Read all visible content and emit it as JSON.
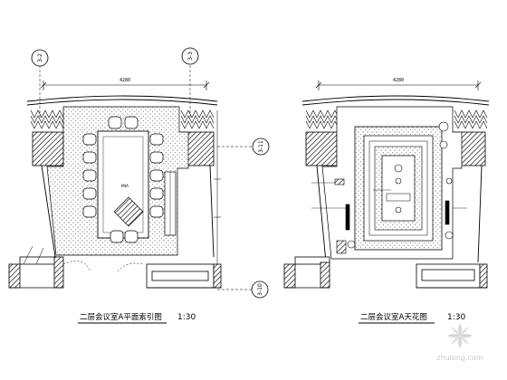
{
  "plans": {
    "left": {
      "title": "二层会议室A平面索引图",
      "scale": "1:30",
      "dimension": "4280",
      "area_label": "MIA",
      "callouts": [
        "3-2",
        "3-3",
        "3-11",
        "3-10"
      ]
    },
    "right": {
      "title": "二层会议室A天花图",
      "scale": "1:30",
      "dimension": "4280"
    }
  },
  "watermark": {
    "text": "zhulong.com"
  }
}
